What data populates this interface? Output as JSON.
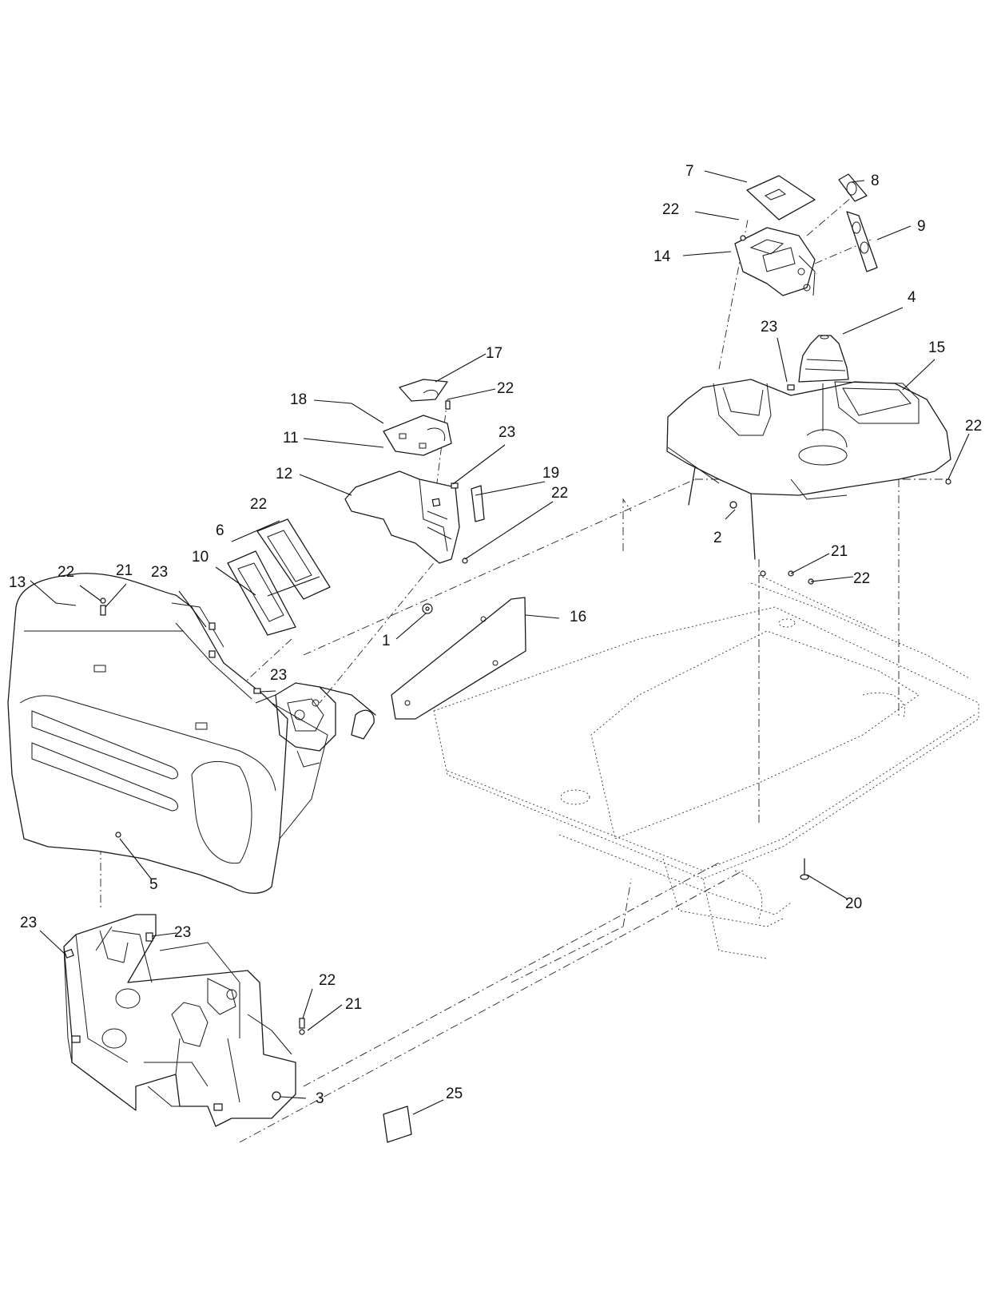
{
  "callouts": [
    {
      "id": "c7",
      "text": "7"
    },
    {
      "id": "c8",
      "text": "8"
    },
    {
      "id": "c22a",
      "text": "22"
    },
    {
      "id": "c9",
      "text": "9"
    },
    {
      "id": "c14",
      "text": "14"
    },
    {
      "id": "c4",
      "text": "4"
    },
    {
      "id": "c23a",
      "text": "23"
    },
    {
      "id": "c15",
      "text": "15"
    },
    {
      "id": "c17",
      "text": "17"
    },
    {
      "id": "c22b",
      "text": "22"
    },
    {
      "id": "c18",
      "text": "18"
    },
    {
      "id": "c11",
      "text": "11"
    },
    {
      "id": "c23b",
      "text": "23"
    },
    {
      "id": "c22c",
      "text": "22"
    },
    {
      "id": "c12",
      "text": "12"
    },
    {
      "id": "c19",
      "text": "19"
    },
    {
      "id": "c22d",
      "text": "22"
    },
    {
      "id": "c2",
      "text": "2"
    },
    {
      "id": "c22e",
      "text": "22"
    },
    {
      "id": "c6",
      "text": "6"
    },
    {
      "id": "c21a",
      "text": "21"
    },
    {
      "id": "c22f",
      "text": "22"
    },
    {
      "id": "c13",
      "text": "13"
    },
    {
      "id": "c22g",
      "text": "22"
    },
    {
      "id": "c21b",
      "text": "21"
    },
    {
      "id": "c23c",
      "text": "23"
    },
    {
      "id": "c10",
      "text": "10"
    },
    {
      "id": "c16",
      "text": "16"
    },
    {
      "id": "c1",
      "text": "1"
    },
    {
      "id": "c23d",
      "text": "23"
    },
    {
      "id": "c5",
      "text": "5"
    },
    {
      "id": "c20",
      "text": "20"
    },
    {
      "id": "c23e",
      "text": "23"
    },
    {
      "id": "c23f",
      "text": "23"
    },
    {
      "id": "c22h",
      "text": "22"
    },
    {
      "id": "c21c",
      "text": "21"
    },
    {
      "id": "c3",
      "text": "3"
    },
    {
      "id": "c25",
      "text": "25"
    }
  ]
}
